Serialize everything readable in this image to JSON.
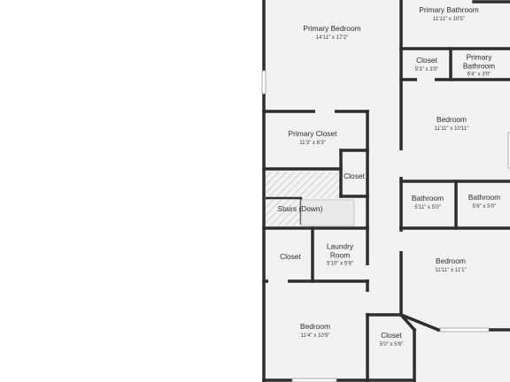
{
  "floor_plan": {
    "rooms": [
      {
        "id": "primary-bedroom",
        "name": "Primary Bedroom",
        "dims": "14'11\" x 17'2\""
      },
      {
        "id": "primary-bathroom-top",
        "name": "Primary Bathroom",
        "dims": "11'11\" x 10'5\""
      },
      {
        "id": "closet-top-right",
        "name": "Closet",
        "dims": "5'3\" x 3'0\""
      },
      {
        "id": "primary-bathroom-small",
        "name": "Primary Bathroom",
        "dims": "6'4\" x 3'0\""
      },
      {
        "id": "bedroom-upper-right",
        "name": "Bedroom",
        "dims": "11'11\" x 10'11\""
      },
      {
        "id": "primary-closet",
        "name": "Primary Closet",
        "dims": "11'3\" x 6'3\""
      },
      {
        "id": "closet-hall",
        "name": "Closet",
        "dims": ""
      },
      {
        "id": "stairs",
        "name": "Stairs (Down)",
        "dims": ""
      },
      {
        "id": "bathroom-left",
        "name": "Bathroom",
        "dims": "5'11\" x 5'0\""
      },
      {
        "id": "bathroom-right",
        "name": "Bathroom",
        "dims": "5'8\" x 5'0\""
      },
      {
        "id": "closet-laundry-side",
        "name": "Closet",
        "dims": ""
      },
      {
        "id": "laundry-room",
        "name": "Laundry Room",
        "dims": "5'10\" x 5'8\""
      },
      {
        "id": "bedroom-lower-right",
        "name": "Bedroom",
        "dims": "11'11\" x 11'1\""
      },
      {
        "id": "bedroom-lower-left",
        "name": "Bedroom",
        "dims": "11'4\" x 10'9\""
      },
      {
        "id": "closet-bottom",
        "name": "Closet",
        "dims": "5'0\" x 5'6\""
      }
    ],
    "colors": {
      "wall": "#2e2e2e",
      "floor": "#f2f2f2",
      "background": "#ffffff",
      "hatch": "#9a9a9a"
    }
  }
}
